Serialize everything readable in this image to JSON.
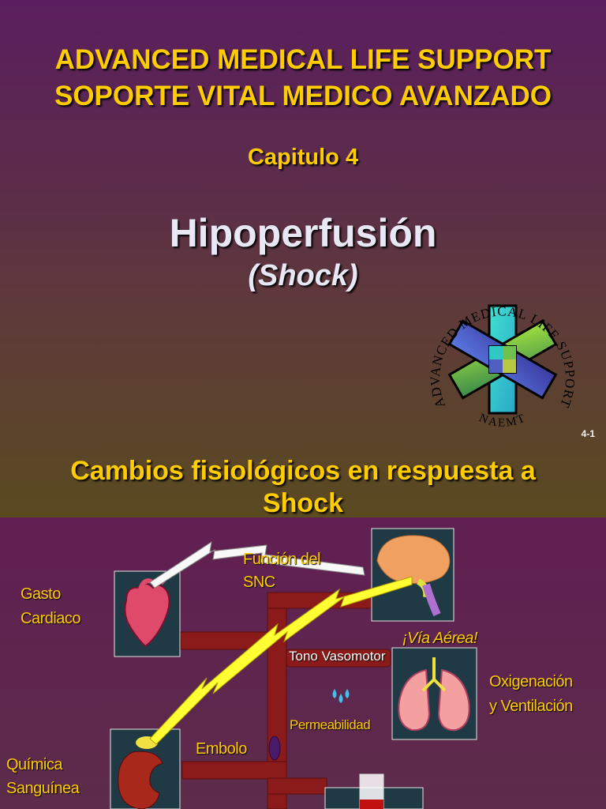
{
  "slide1": {
    "title_line1": "ADVANCED MEDICAL LIFE SUPPORT",
    "title_line2": "SOPORTE VITAL MEDICO AVANZADO",
    "chapter": "Capitulo 4",
    "topic": "Hipoperfusión",
    "subtopic": "(Shock)",
    "slide_number": "4-1",
    "logo": {
      "ring_text": "ADVANCED MEDICAL LIFE SUPPORT",
      "bottom_text": "NAEMT",
      "icon": "star-of-life-logo"
    }
  },
  "slide2": {
    "title_line1": "Cambios fisiológicos en respuesta a",
    "title_line2": "Shock",
    "labels": {
      "gasto_line1": "Gasto",
      "gasto_line2": "Cardiaco",
      "funcion_line1": "Función del",
      "funcion_line2": "SNC",
      "via_aerea": "¡Vía Aérea!",
      "tono": "Tono Vasomotor",
      "permeabilidad": "Permeabilidad",
      "oxig_line1": "Oxigenación",
      "oxig_line2": "y Ventilación",
      "embolo": "Embolo",
      "quimica_line1": "Química",
      "quimica_line2": "Sanguínea"
    },
    "icons": [
      "heart-icon",
      "brain-icon",
      "lungs-icon",
      "kidney-icon",
      "test-tube-icon"
    ],
    "colors": {
      "vessel": "#8b1a1a",
      "bolt": "#ffff33",
      "panel": "#1f3a44",
      "title": "#ffcc00"
    }
  }
}
